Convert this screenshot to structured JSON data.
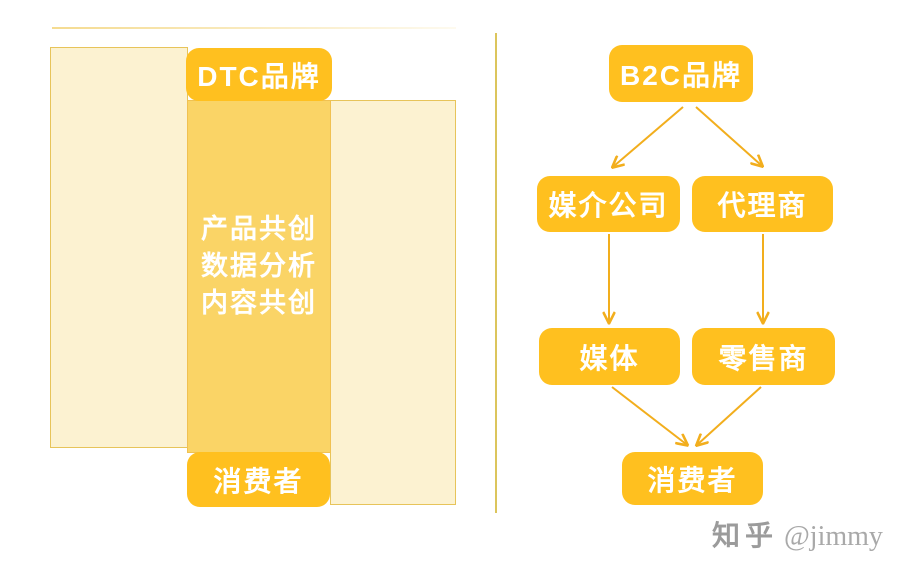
{
  "diagram": {
    "left": {
      "top_box_label": "DTC品牌",
      "column_lines": [
        "产品共创",
        "数据分析",
        "内容共创"
      ],
      "bottom_box_label": "消费者"
    },
    "right": {
      "top_box_label": "B2C品牌",
      "middle_row": [
        "媒介公司",
        "代理商"
      ],
      "lower_row": [
        "媒体",
        "零售商"
      ],
      "bottom_box_label": "消费者"
    }
  },
  "watermark": {
    "brand": "知乎",
    "handle": "@jimmy"
  },
  "colors": {
    "node_fill": "#FFC01F",
    "column_fill": "#FAD466",
    "panel_fill": "#FCF2D1",
    "panel_border": "#E7C45A",
    "arrow": "#F2AE1D",
    "divider": "#DCC55C",
    "node_text": "#FFFFFF",
    "watermark_text": "#9B9B9B"
  }
}
